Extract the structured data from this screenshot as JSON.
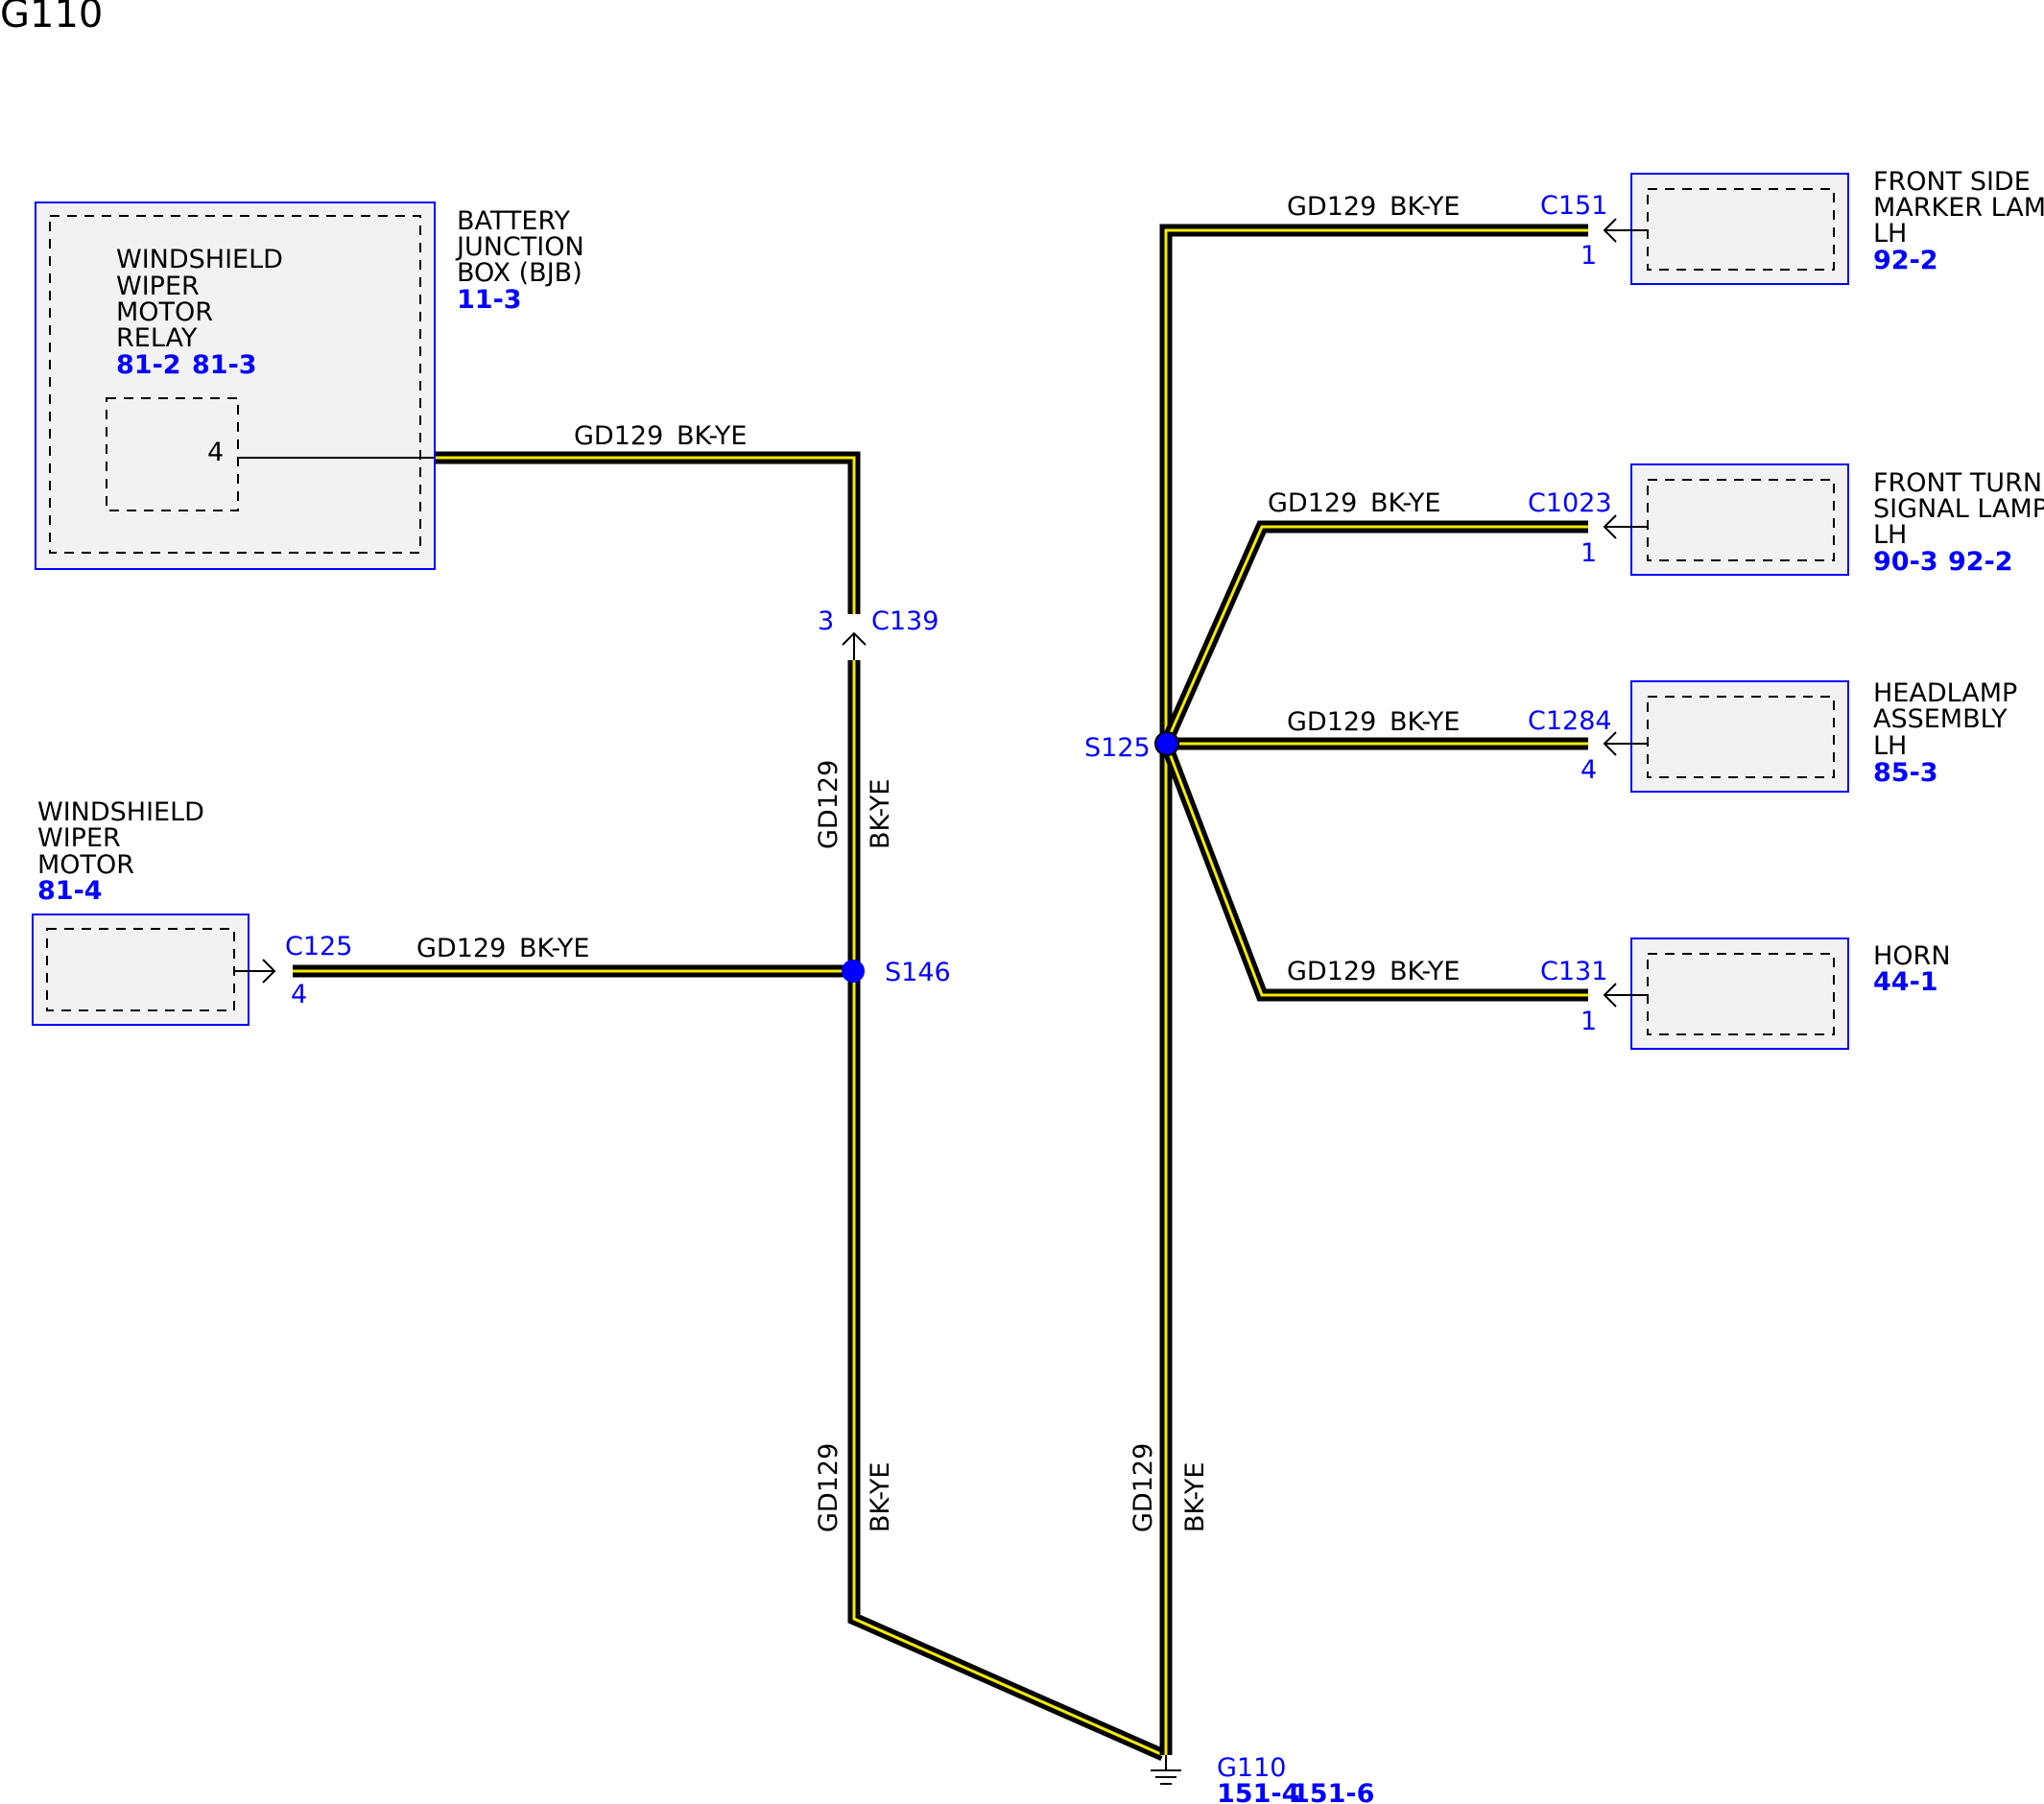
{
  "title": "G110",
  "colors": {
    "wire_base": "#000000",
    "wire_stripe": "#f5ea00",
    "connector_text": "#0000ff",
    "splice_dot": "#0000ff",
    "component_fill": "#f2f2f2",
    "component_border": "#0000ff"
  },
  "components": {
    "wiper_relay": {
      "name_lines": [
        "WINDSHIELD",
        "WIPER",
        "MOTOR",
        "RELAY"
      ],
      "refs": [
        "81-2",
        "81-3"
      ],
      "pin": "4"
    },
    "bjb": {
      "name_lines": [
        "BATTERY",
        "JUNCTION",
        "BOX (BJB)"
      ],
      "ref": "11-3"
    },
    "wiper_motor": {
      "name_lines": [
        "WINDSHIELD",
        "WIPER",
        "MOTOR"
      ],
      "ref": "81-4",
      "connector": "C125",
      "pin": "4"
    },
    "front_side_marker": {
      "name_lines": [
        "FRONT SIDE",
        "MARKER LAMP",
        "LH"
      ],
      "ref": "92-2",
      "connector": "C151",
      "pin": "1"
    },
    "front_turn_signal": {
      "name_lines": [
        "FRONT TURN",
        "SIGNAL LAMP",
        "LH"
      ],
      "refs": [
        "90-3",
        "92-2"
      ],
      "connector": "C1023",
      "pin": "1"
    },
    "headlamp": {
      "name_lines": [
        "HEADLAMP",
        "ASSEMBLY",
        "LH"
      ],
      "ref": "85-3",
      "connector": "C1284",
      "pin": "4"
    },
    "horn": {
      "name_lines": [
        "HORN"
      ],
      "ref": "44-1",
      "connector": "C131",
      "pin": "1"
    }
  },
  "inline_connector": {
    "id": "C139",
    "pin": "3"
  },
  "splices": {
    "s146": "S146",
    "s125": "S125"
  },
  "ground": {
    "id": "G110",
    "refs": [
      "151-4",
      "151-6"
    ]
  },
  "wire": {
    "circuit": "GD129",
    "color": "BK-YE"
  }
}
